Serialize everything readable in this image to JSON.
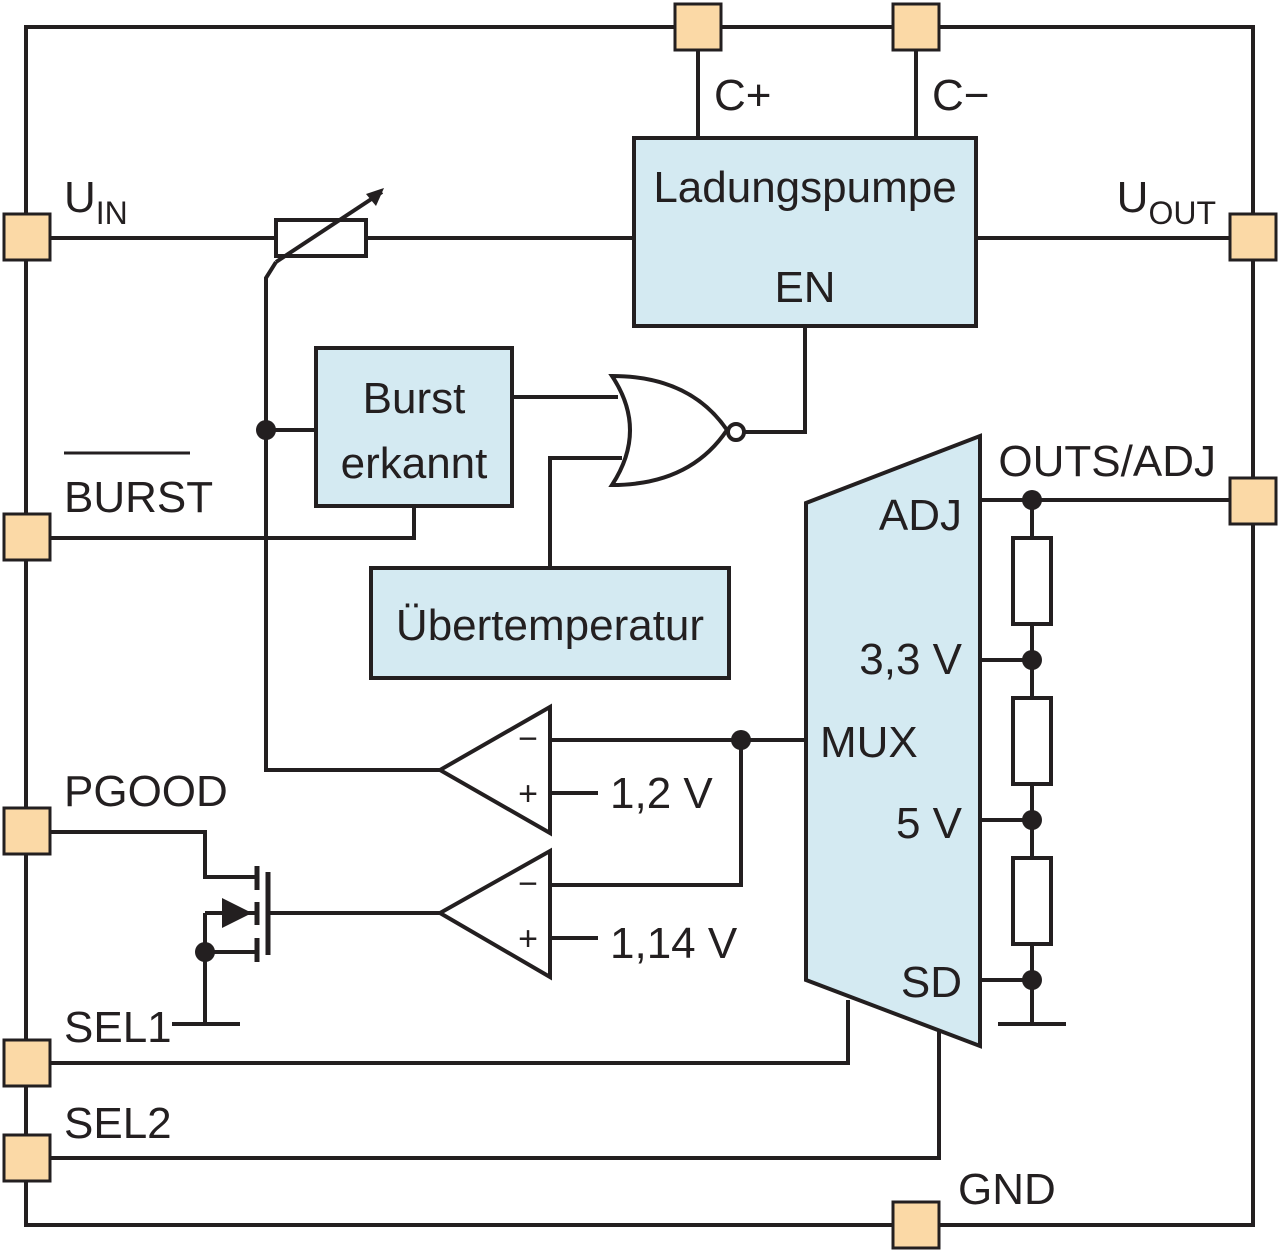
{
  "pins": {
    "c_plus": "C+",
    "c_minus": "C−",
    "u_in_main": "U",
    "u_in_sub": "IN",
    "u_out_main": "U",
    "u_out_sub": "OUT",
    "burst": "BURST",
    "outs_adj": "OUTS/ADJ",
    "pgood": "PGOOD",
    "sel1": "SEL1",
    "sel2": "SEL2",
    "gnd": "GND"
  },
  "blocks": {
    "charge_pump": "Ladungspumpe",
    "enable": "EN",
    "burst_line1": "Burst",
    "burst_line2": "erkannt",
    "overtemp": "Übertemperatur",
    "mux": "MUX"
  },
  "mux_inputs": {
    "adj": "ADJ",
    "v33": "3,3 V",
    "v5": "5 V",
    "sd": "SD"
  },
  "comparators": {
    "ref1": "1,2 V",
    "ref2": "1,14 V",
    "minus": "−",
    "plus": "+"
  },
  "colors": {
    "pad_fill": "#fbd9a6",
    "block_fill": "#d4eaf2",
    "line": "#231f20"
  }
}
